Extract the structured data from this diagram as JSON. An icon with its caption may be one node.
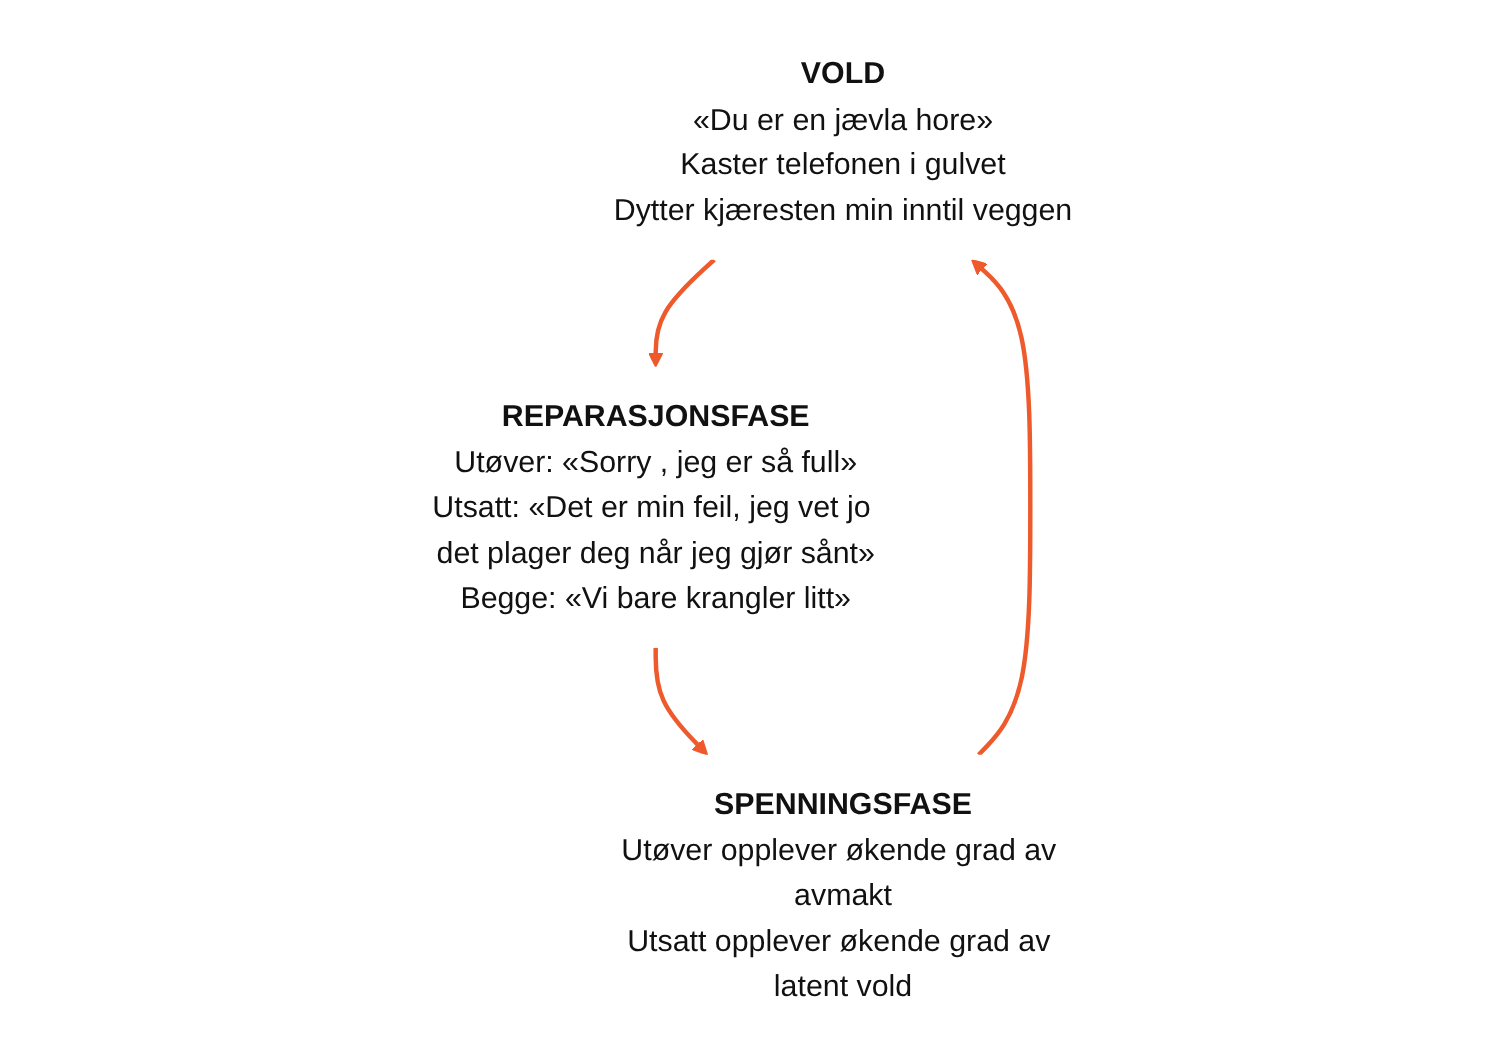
{
  "diagram": {
    "nodes": [
      {
        "text": [
          "VOLD",
          "«Du er en jævla hore»",
          "Kaster telefonen i gulvet",
          "Dytter kjæresten min inntil veggen"
        ]
      },
      {
        "text": [
          "REPARASJONSFASE",
          "Utøver: «Sorry , jeg er så full»",
          "Utsatt: «Det er min feil, jeg vet jo det plager deg når jeg gjør sånt»",
          "Begge: «Vi bare krangler litt»"
        ]
      },
      {
        "text": [
          "SPENNINGSFASE",
          "Utøver opplever økende grad av avmakt",
          "Utsatt opplever økende grad av latent vold"
        ]
      }
    ],
    "edges": [
      {
        "from": 0,
        "to": 1,
        "arrow": "to"
      },
      {
        "from": 1,
        "to": 2,
        "arrow": "to"
      },
      {
        "from": 2,
        "to": 0,
        "arrow": "to"
      }
    ]
  }
}
